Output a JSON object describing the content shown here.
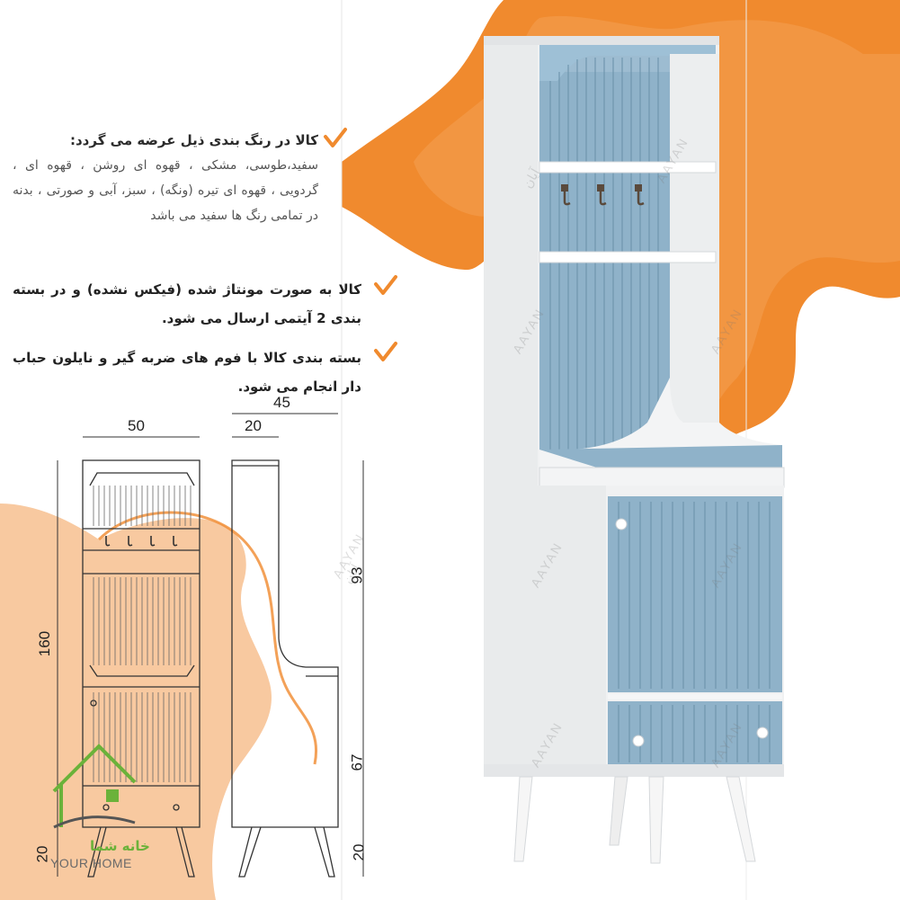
{
  "bullets": [
    {
      "title": "کالا در رنگ بندی ذیل عرضه می گردد:",
      "body": "سفید،طوسی، مشکی ، قهوه ای روشن ، قهوه ای ، گردویی ، قهوه ای تیره (ونگه) ، سبز، آبی و صورتی ، بدنه در تمامی رنگ ها سفید می باشد"
    },
    {
      "text": "کالا به صورت مونتاژ شده (فیکس نشده) و در بسته بندی 2 آیتمی ارسال می شود."
    },
    {
      "text": "بسته بندی کالا با فوم های ضربه گیر و نایلون حباب دار انجام می شود."
    }
  ],
  "dimensions": {
    "width_front": "50",
    "depth_total": "45",
    "depth_top": "20",
    "height_total": "160",
    "height_upper": "93",
    "height_lower": "67",
    "height_legs_side": "20",
    "height_legs_front": "20"
  },
  "logo": {
    "fa": "خانه شما",
    "en": "YOUR HOME"
  },
  "watermark": {
    "en": "AAYAN",
    "fa": "آیان"
  },
  "colors": {
    "accent_orange": "#f08a2e",
    "peach": "#f8c9a0",
    "cabinet_blue": "#8fb2c9",
    "cabinet_white": "#f2f3f4",
    "logo_green": "#6bb23a"
  }
}
